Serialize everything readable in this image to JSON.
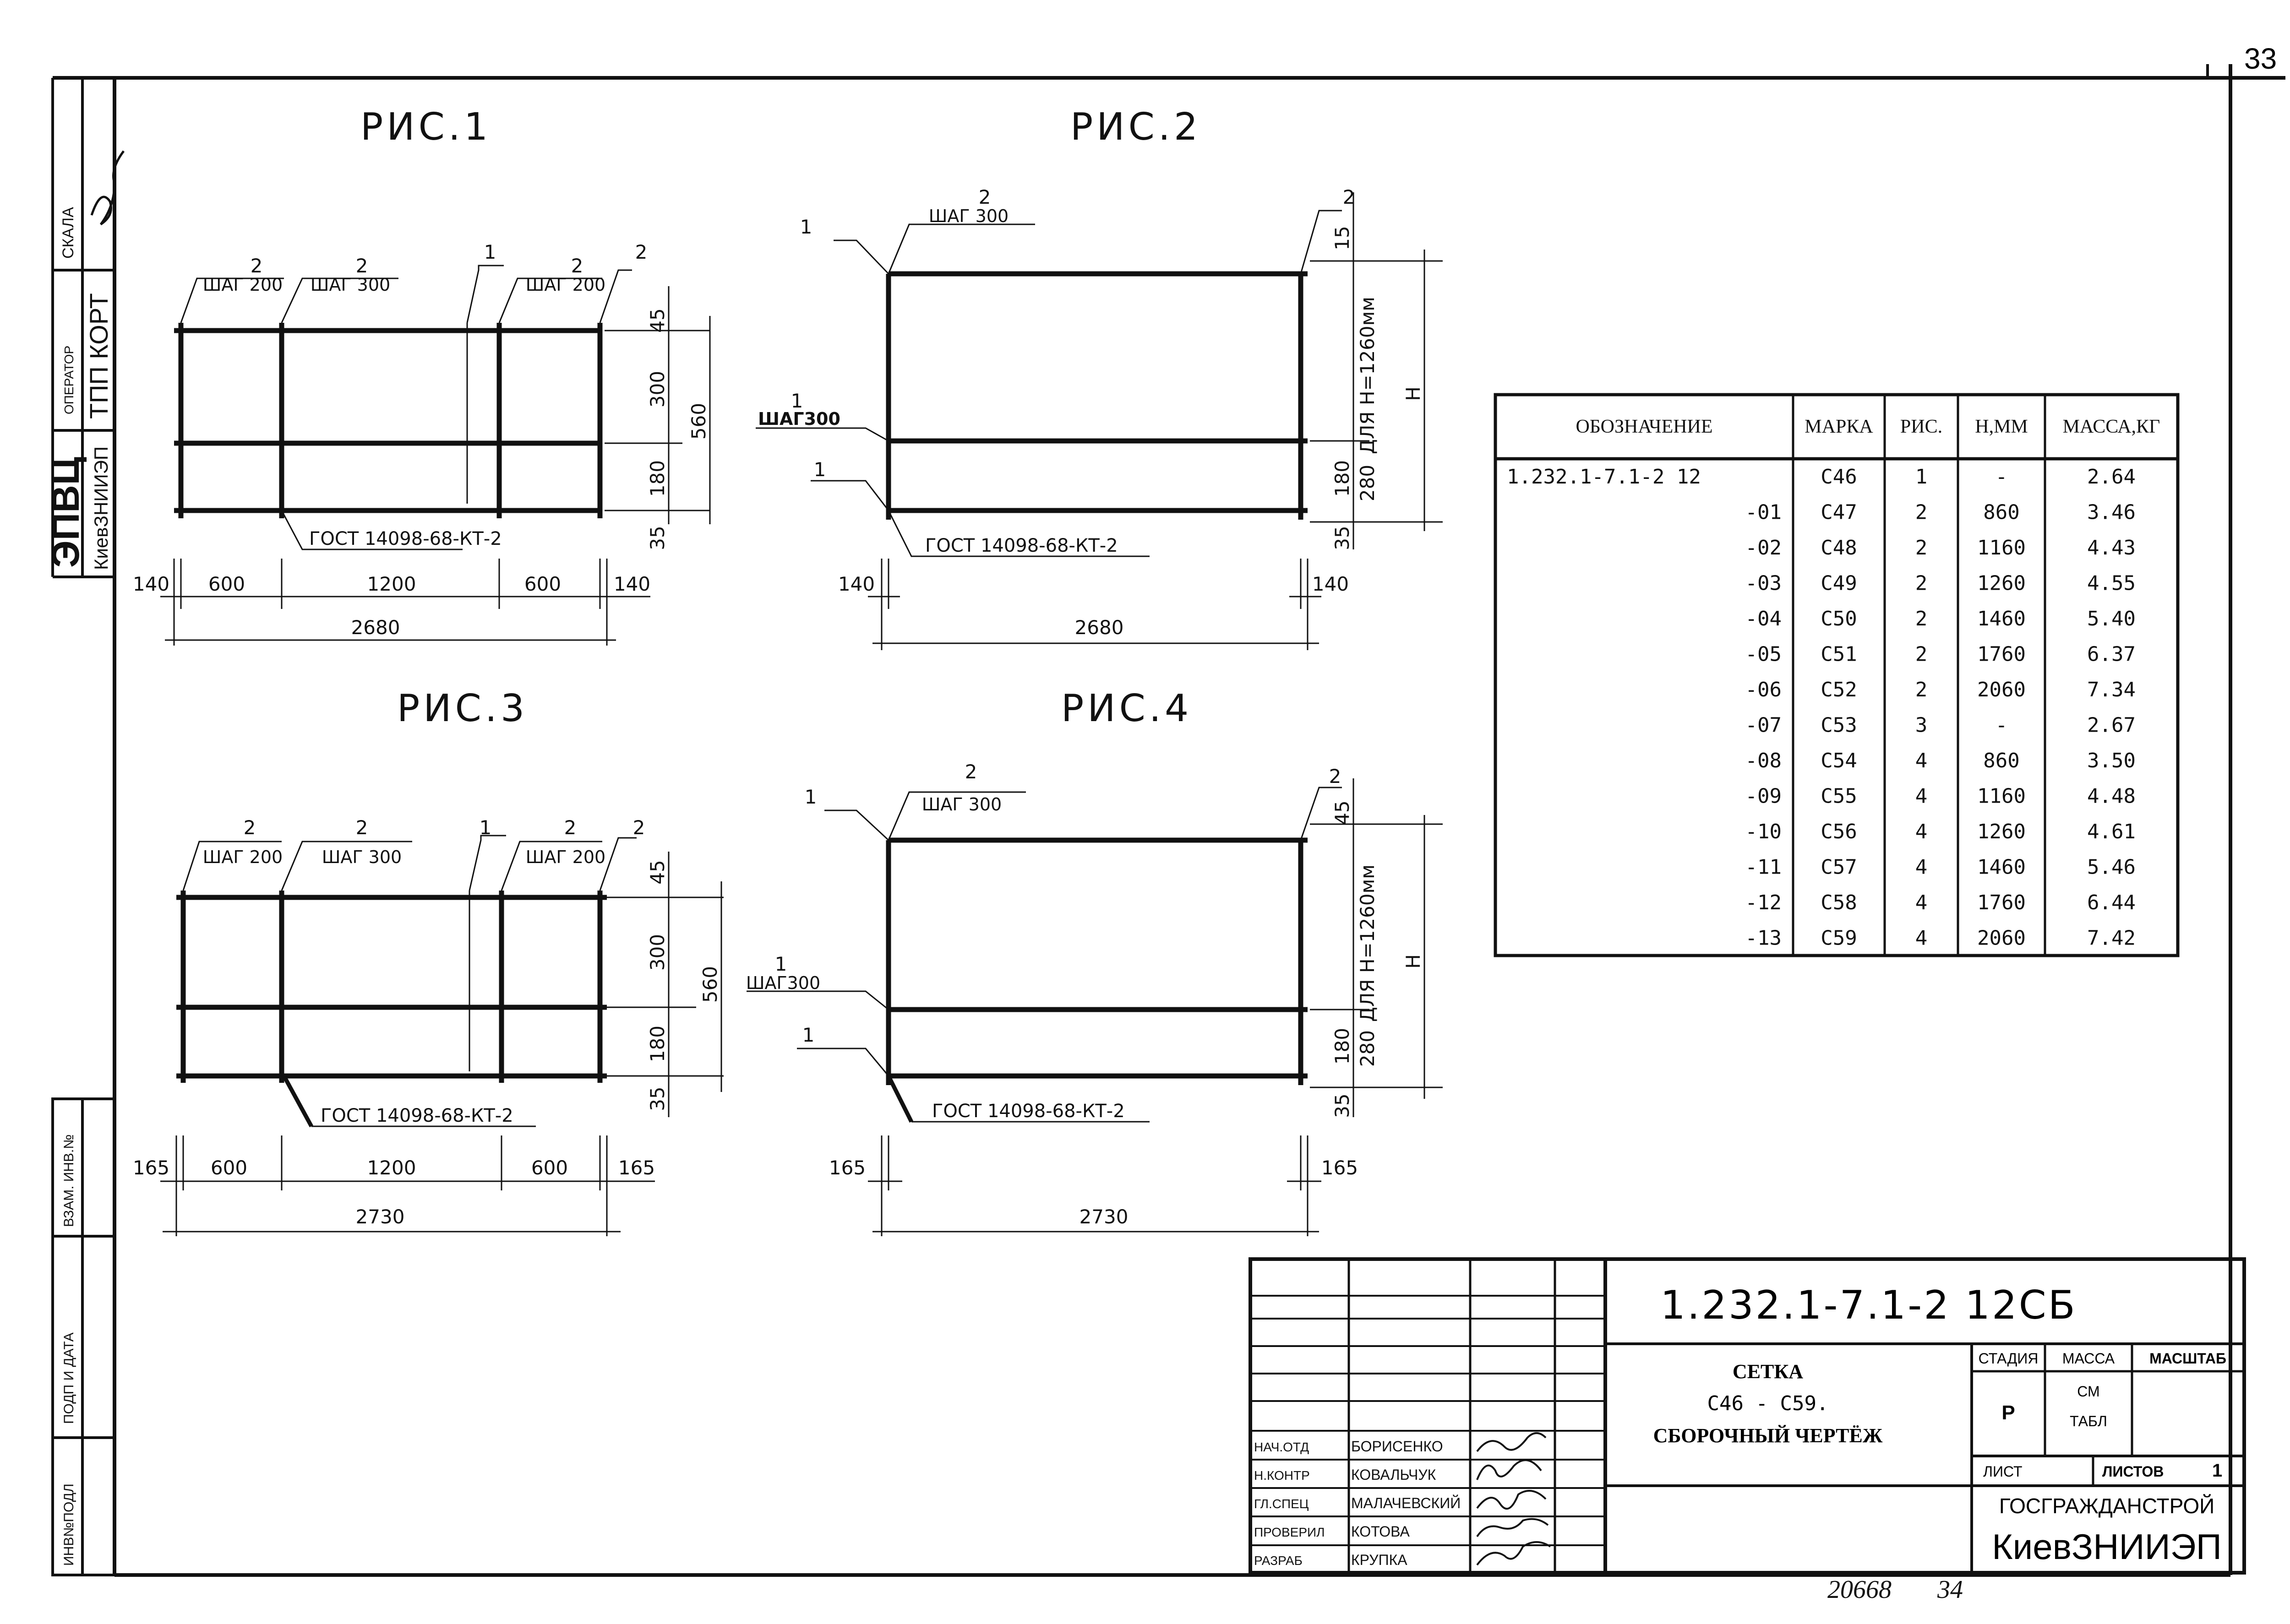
{
  "page_number": "33",
  "side_stamps": {
    "stamp1_main": "ЭПВЦ",
    "stamp1_sub": "КиевЗНИИЭП",
    "operator_label": "ОПЕРАТОР",
    "operator_value": "ТПП КОРТ",
    "scale_label": "СКАЛА",
    "box_vzam": "ВЗАМ. ИНВ.№",
    "box_podp": "ПОДП И ДАТА",
    "box_inv": "ИНВ№ПОДЛ"
  },
  "figures": [
    {
      "title": "РИС.1",
      "pos_left": "2",
      "step_left": "ШАГ 200",
      "pos_a": "2",
      "step_a": "ШАГ 300",
      "pos_mid": "1",
      "pos_b": "2",
      "step_b": "ШАГ 200",
      "pos_right": "2",
      "right_dims": [
        "45",
        "300",
        "180",
        "35"
      ],
      "total_height": "560",
      "gost": "ГОСТ 14098-68-КТ-2",
      "bottom_dims": [
        "140",
        "600",
        "1200",
        "600",
        "140"
      ],
      "total_width": "2680"
    },
    {
      "title": "РИС.2",
      "pos_top": "2",
      "step_top": "ШАГ 300",
      "pos_right_top": "2",
      "pos_left_top": "1",
      "pos_left_mid": "1",
      "step_left_mid": "ШАГ300",
      "pos_left_bot": "1",
      "dim_top": "15",
      "dim_note": "ДЛЯ Н=1260мм",
      "dims_bottom_right": [
        "180",
        "280",
        "35"
      ],
      "h_label": "Н",
      "gost": "ГОСТ 14098-68-КТ-2",
      "bottom_dims": [
        "140",
        "140"
      ],
      "total_width": "2680"
    },
    {
      "title": "РИС.3",
      "pos_left": "2",
      "step_left": "ШАГ 200",
      "pos_a": "2",
      "step_a": "ШАГ 300",
      "pos_mid": "1",
      "pos_b": "2",
      "step_b": "ШАГ 200",
      "pos_right": "2",
      "right_dims": [
        "45",
        "300",
        "180",
        "35"
      ],
      "total_height": "560",
      "gost": "ГОСТ 14098-68-КТ-2",
      "bottom_dims": [
        "165",
        "600",
        "1200",
        "600",
        "165"
      ],
      "total_width": "2730"
    },
    {
      "title": "РИС.4",
      "pos_top": "2",
      "step_top": "ШАГ 300",
      "pos_right_top": "2",
      "pos_left_top": "1",
      "pos_left_mid": "1",
      "step_left_mid": "ШАГ300",
      "pos_left_bot": "1",
      "dim_top": "45",
      "dim_note": "ДЛЯ Н=1260мм",
      "dims_bottom_right": [
        "180",
        "280",
        "35"
      ],
      "h_label": "Н",
      "gost": "ГОСТ 14098-68-КТ-2",
      "bottom_dims": [
        "165",
        "165"
      ],
      "total_width": "2730"
    }
  ],
  "table": {
    "headers": [
      "ОБОЗНАЧЕНИЕ",
      "МАРКА",
      "РИС.",
      "Н,ММ",
      "МАССА,КГ"
    ],
    "rows": [
      [
        "1.232.1-7.1-2 12",
        "С46",
        "1",
        "-",
        "2.64"
      ],
      [
        "-01",
        "С47",
        "2",
        "860",
        "3.46"
      ],
      [
        "-02",
        "С48",
        "2",
        "1160",
        "4.43"
      ],
      [
        "-03",
        "С49",
        "2",
        "1260",
        "4.55"
      ],
      [
        "-04",
        "С50",
        "2",
        "1460",
        "5.40"
      ],
      [
        "-05",
        "С51",
        "2",
        "1760",
        "6.37"
      ],
      [
        "-06",
        "С52",
        "2",
        "2060",
        "7.34"
      ],
      [
        "-07",
        "С53",
        "3",
        "-",
        "2.67"
      ],
      [
        "-08",
        "С54",
        "4",
        "860",
        "3.50"
      ],
      [
        "-09",
        "С55",
        "4",
        "1160",
        "4.48"
      ],
      [
        "-10",
        "С56",
        "4",
        "1260",
        "4.61"
      ],
      [
        "-11",
        "С57",
        "4",
        "1460",
        "5.46"
      ],
      [
        "-12",
        "С58",
        "4",
        "1760",
        "6.44"
      ],
      [
        "-13",
        "С59",
        "4",
        "2060",
        "7.42"
      ]
    ]
  },
  "title_block": {
    "code": "1.232.1-7.1-2 12СБ",
    "name_lines": [
      "СЕТКА",
      "С46 - С59.",
      "СБОРОЧНЫЙ ЧЕРТЁЖ"
    ],
    "col_headers": [
      "СТАДИЯ",
      "МАССА",
      "МАСШТАБ"
    ],
    "stage": "Р",
    "mass_lines": [
      "СМ",
      "ТАБЛ"
    ],
    "sheet_label": "ЛИСТ",
    "sheets_label": "ЛИСТОВ",
    "sheets_value": "1",
    "org_line1": "ГОСГРАЖДАНСТРОЙ",
    "org_line2": "КиевЗНИИЭП",
    "signatures": [
      {
        "role": "НАЧ.ОТД",
        "name": "БОРИСЕНКО"
      },
      {
        "role": "Н.КОНТР",
        "name": "КОВАЛЬЧУК"
      },
      {
        "role": "ГЛ.СПЕЦ",
        "name": "МАЛАЧЕВСКИЙ"
      },
      {
        "role": "ПРОВЕРИЛ",
        "name": "КОТОВА"
      },
      {
        "role": "РАЗРАБ",
        "name": "КРУПКА"
      }
    ]
  },
  "footer_numbers": [
    "20668",
    "34"
  ]
}
